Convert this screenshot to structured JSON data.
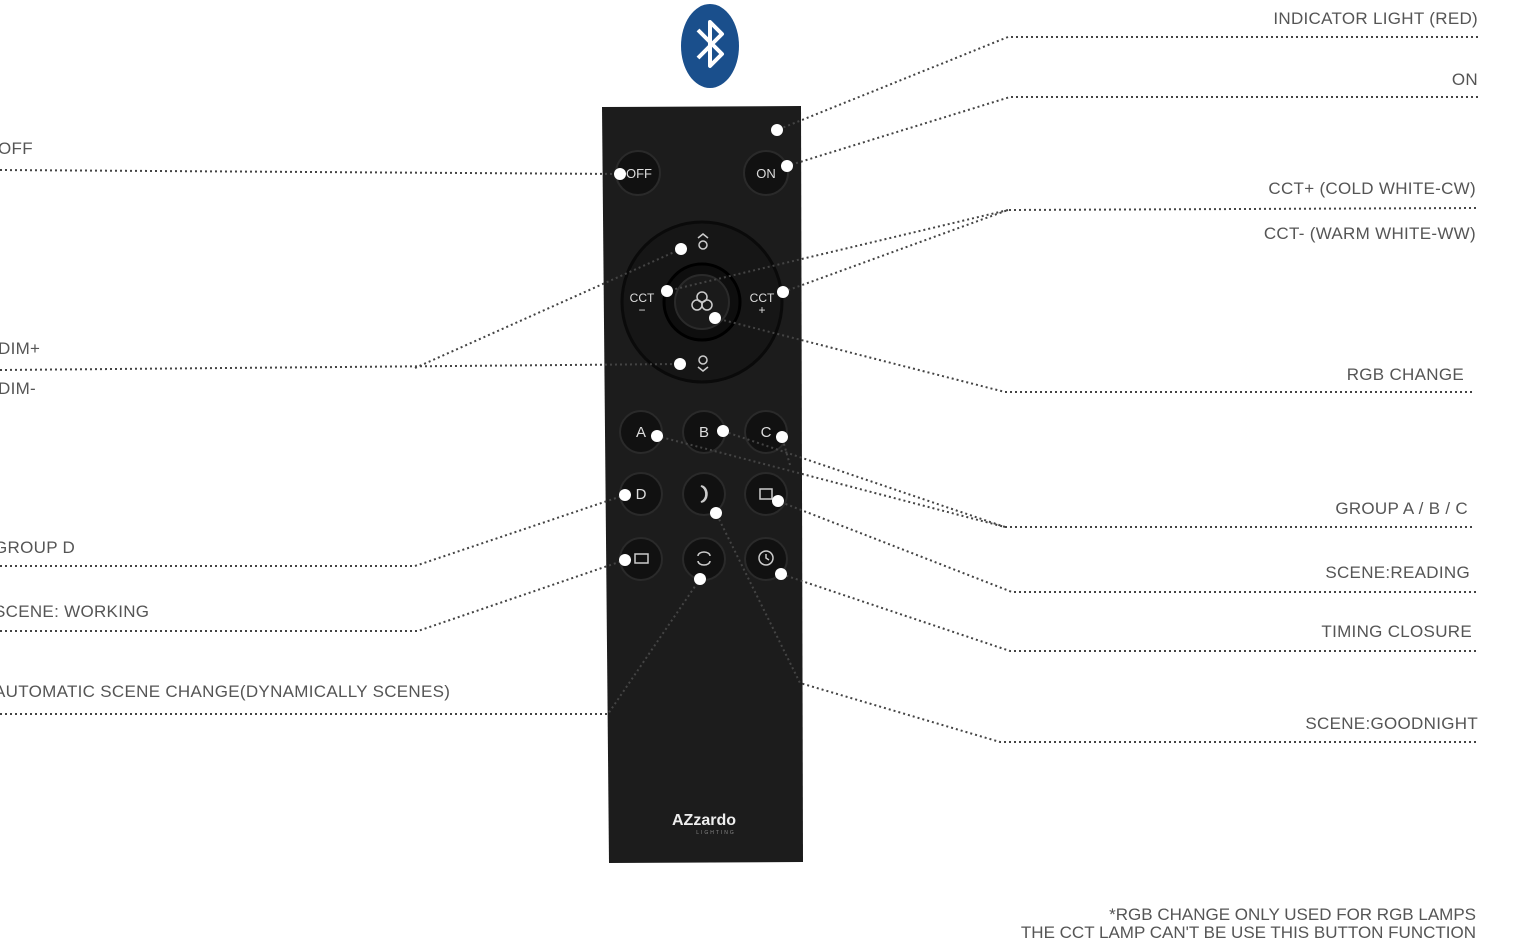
{
  "remote": {
    "brand_logo": "AZzardo",
    "brand_sub": "LIGHTING",
    "buttons": {
      "off": "OFF",
      "on": "ON",
      "cct_minus": "CCT",
      "cct_plus": "CCT",
      "a": "A",
      "b": "B",
      "c": "C",
      "d": "D"
    },
    "icons": [
      "bluetooth-icon",
      "brightness-up-icon",
      "brightness-down-icon",
      "rgb-circles-icon",
      "moon-icon",
      "book-icon",
      "monitor-icon",
      "loop-icon",
      "timer-icon"
    ]
  },
  "labels": {
    "indicator": "INDICATOR LIGHT (RED)",
    "on": "ON",
    "off": "OFF",
    "cct_plus": "CCT+ (COLD WHITE-CW)",
    "cct_minus": "CCT- (WARM WHITE-WW)",
    "dim_plus": "DIM+",
    "dim_minus": "DIM-",
    "rgb": "RGB CHANGE",
    "group_abc": "GROUP A / B / C",
    "group_d": "GROUP D",
    "scene_reading": "SCENE:READING",
    "scene_working": "SCENE: WORKING",
    "timing": "TIMING CLOSURE",
    "auto": "AUTOMATIC SCENE CHANGE(DYNAMICALLY SCENES)",
    "goodnight": "SCENE:GOODNIGHT"
  },
  "footnote": {
    "line1": "*RGB CHANGE ONLY USED FOR RGB LAMPS",
    "line2": "THE CCT LAMP CAN'T BE USE THIS BUTTON FUNCTION"
  },
  "colors": {
    "remote": "#1c1c1c",
    "bluetooth": "#1a4f8c",
    "leader": "#444444"
  }
}
